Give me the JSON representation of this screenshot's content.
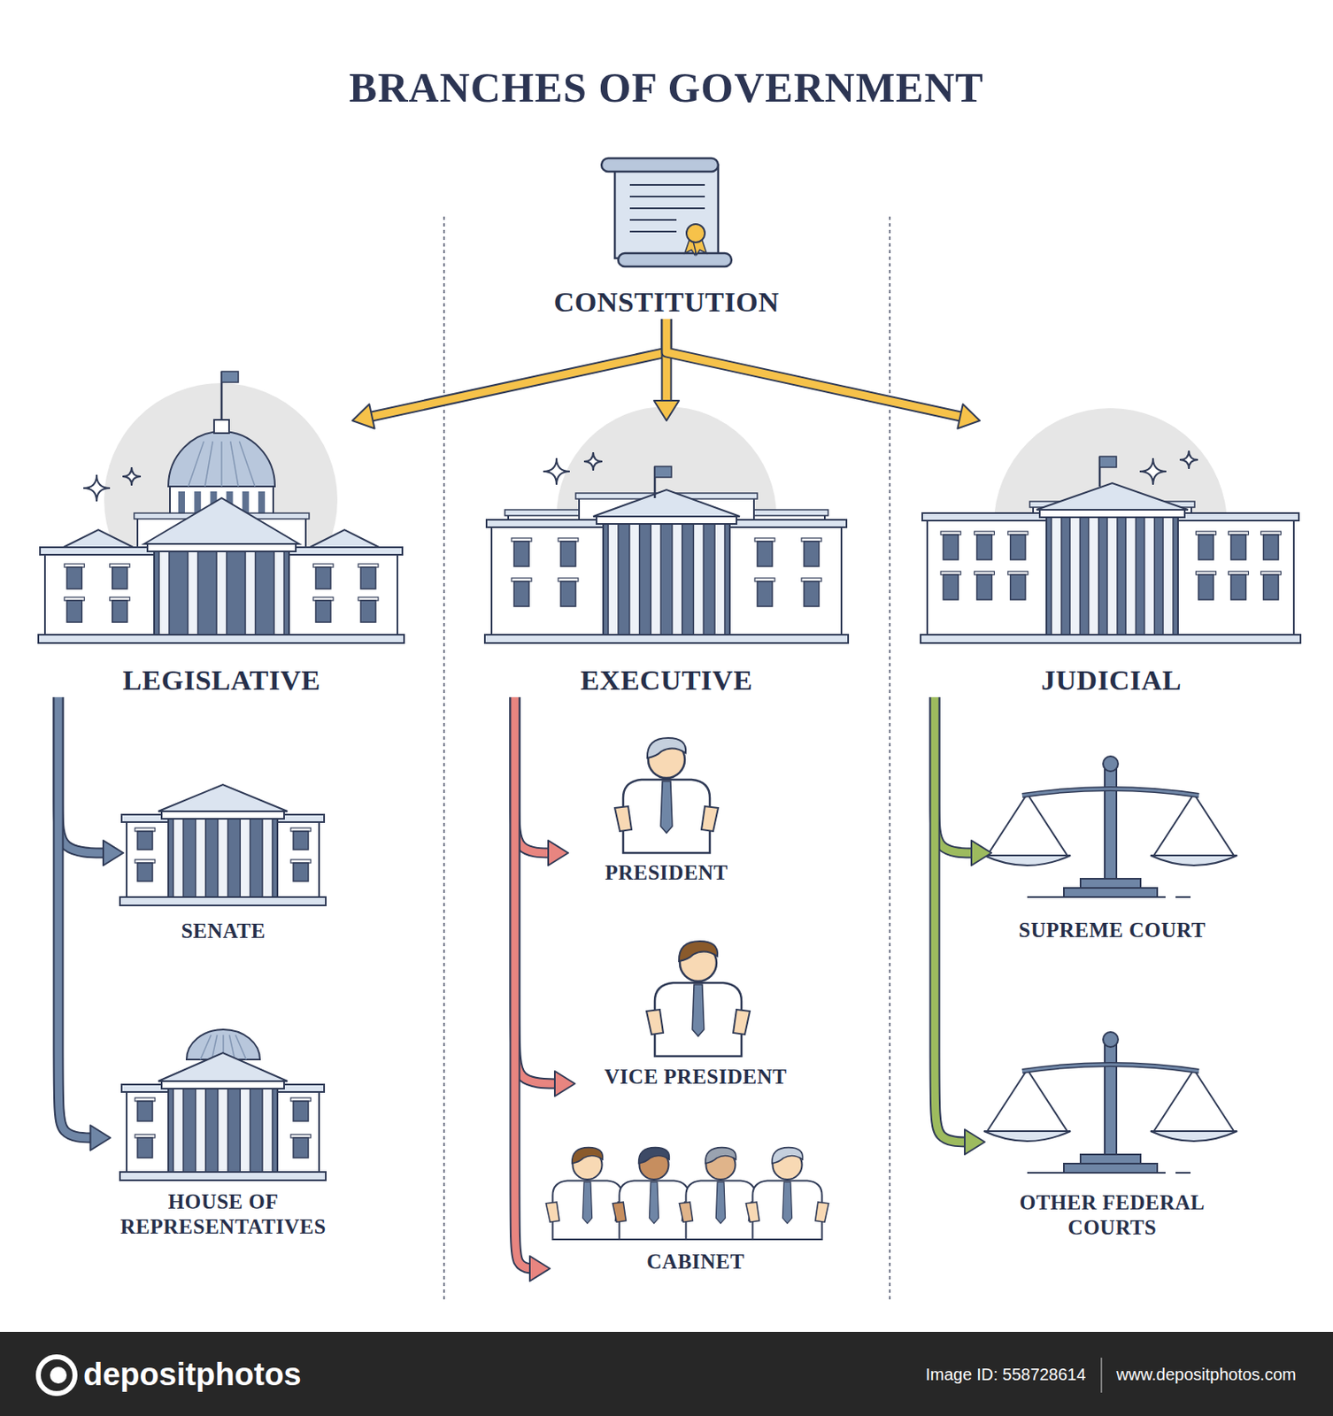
{
  "diagram": {
    "title": "BRANCHES OF GOVERNMENT",
    "nodes": [
      {
        "text": [
          "CONSTITUTION"
        ]
      },
      {
        "text": [
          "LEGISLATIVE"
        ]
      },
      {
        "text": [
          "EXECUTIVE"
        ]
      },
      {
        "text": [
          "JUDICIAL"
        ]
      },
      {
        "text": [
          "SENATE"
        ]
      },
      {
        "text": [
          "HOUSE OF REPRESENTATIVES"
        ]
      },
      {
        "text": [
          "PRESIDENT"
        ]
      },
      {
        "text": [
          "VICE PRESIDENT"
        ]
      },
      {
        "text": [
          "CABINET"
        ]
      },
      {
        "text": [
          "SUPREME COURT"
        ]
      },
      {
        "text": [
          "OTHER FEDERAL COURTS"
        ]
      }
    ],
    "edges": [
      {
        "from": 0,
        "to": 1,
        "arrow": "to"
      },
      {
        "from": 0,
        "to": 2,
        "arrow": "to"
      },
      {
        "from": 0,
        "to": 3,
        "arrow": "to"
      },
      {
        "from": 1,
        "to": 4,
        "arrow": "to"
      },
      {
        "from": 1,
        "to": 5,
        "arrow": "to"
      },
      {
        "from": 2,
        "to": 6,
        "arrow": "to"
      },
      {
        "from": 2,
        "to": 7,
        "arrow": "to"
      },
      {
        "from": 2,
        "to": 8,
        "arrow": "to"
      },
      {
        "from": 3,
        "to": 9,
        "arrow": "to"
      },
      {
        "from": 3,
        "to": 10,
        "arrow": "to"
      }
    ],
    "labels": [
      "depositphotos",
      "Image ID: 558728614",
      "www.depositphotos.com"
    ]
  }
}
